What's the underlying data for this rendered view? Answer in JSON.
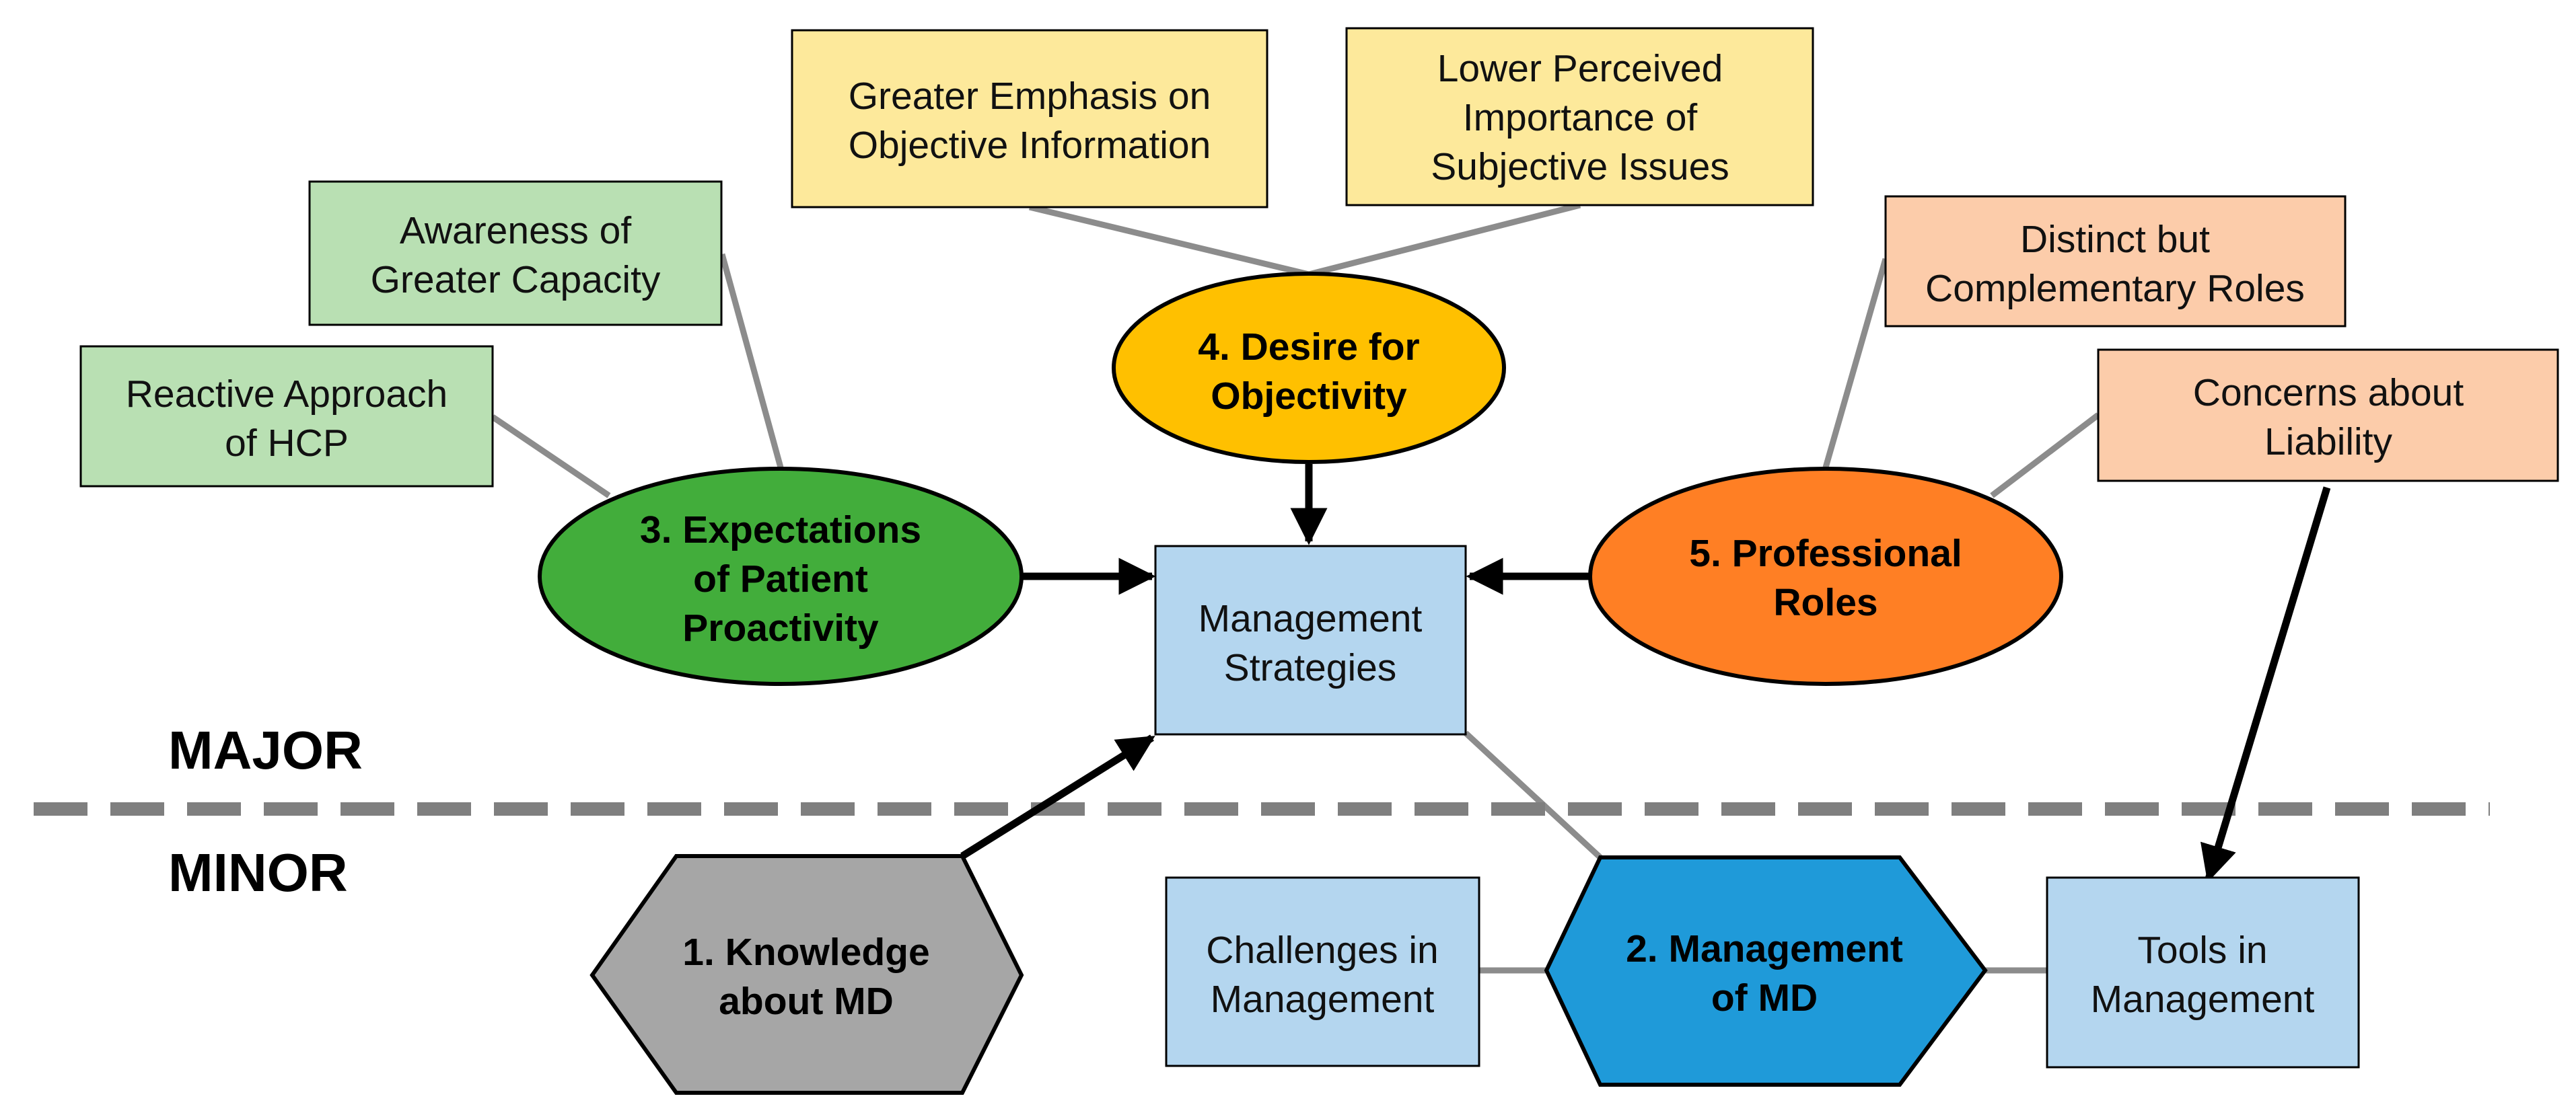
{
  "diagram": {
    "section_major": "MAJOR",
    "section_minor": "MINOR",
    "center": [
      "Management",
      "Strategies"
    ],
    "themes": {
      "theme_3": [
        "3. Expectations",
        "of Patient",
        "Proactivity"
      ],
      "theme_4": [
        "4. Desire for",
        "Objectivity"
      ],
      "theme_5": [
        "5. Professional",
        "Roles"
      ],
      "theme_1": [
        "1. Knowledge",
        "about MD"
      ],
      "theme_2": [
        "2. Management",
        "of MD"
      ]
    },
    "subthemes": {
      "awareness": [
        "Awareness of",
        "Greater Capacity"
      ],
      "reactive": [
        "Reactive Approach",
        "of HCP"
      ],
      "emphasis": [
        "Greater Emphasis on",
        "Objective Information"
      ],
      "lower": [
        "Lower Perceived",
        "Importance of",
        "Subjective Issues"
      ],
      "distinct": [
        "Distinct but",
        "Complementary Roles"
      ],
      "liability": [
        "Concerns about",
        "Liability"
      ],
      "challenges": [
        "Challenges in",
        "Management"
      ],
      "tools": [
        "Tools in",
        "Management"
      ]
    },
    "colors": {
      "green_box": "#b9e0b3",
      "green_theme": "#42ad3b",
      "yellow_box": "#fde99b",
      "yellow_theme": "#ffc000",
      "orange_box": "#fcccaa",
      "orange_theme": "#ff7f24",
      "blue_box": "#b4d6ef",
      "blue_theme": "#1f9ad9",
      "gray_theme": "#a6a6a6",
      "connector": "#8c8c8c",
      "divider": "#7f7f7f"
    }
  }
}
